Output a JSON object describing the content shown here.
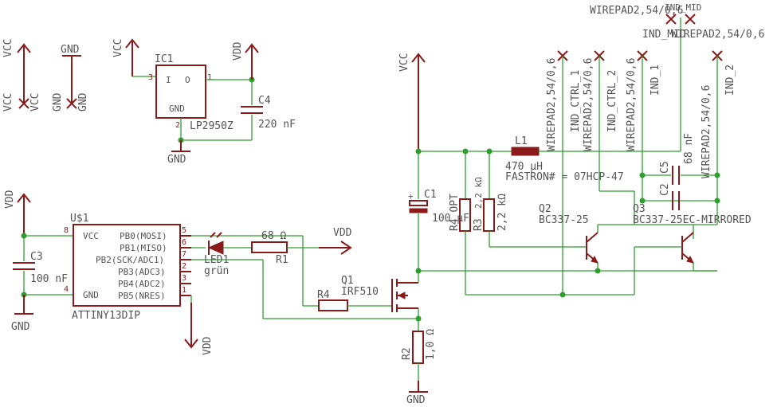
{
  "colors": {
    "symbol": "#8b1a1a",
    "wire": "#2e9e2e",
    "text": "#555555",
    "background": "#ffffff"
  },
  "power": {
    "vcc": "VCC",
    "gnd": "GND",
    "vdd": "VDD"
  },
  "ic1": {
    "name": "IC1",
    "value": "LP2950Z",
    "pin_in": "I",
    "pin_out": "O",
    "pin_gnd": "GND",
    "pin1": "1",
    "pin2": "2",
    "pin3": "3"
  },
  "c4": {
    "name": "C4",
    "value": "220 nF"
  },
  "u1": {
    "name": "U$1",
    "value": "ATTINY13DIP",
    "vcc_label": "VCC",
    "gnd_label": "GND",
    "pin8": "8",
    "pin4": "4",
    "pins": [
      {
        "num": "5",
        "label": "PB0(MOSI)"
      },
      {
        "num": "6",
        "label": "PB1(MISO)"
      },
      {
        "num": "7",
        "label": "PB2(SCK/ADC1)"
      },
      {
        "num": "2",
        "label": "PB3(ADC3)"
      },
      {
        "num": "3",
        "label": "PB4(ADC2)"
      },
      {
        "num": "1",
        "label": "PB5(NRES)"
      }
    ]
  },
  "c3": {
    "name": "C3",
    "value": "100 nF"
  },
  "led1": {
    "name": "LED1",
    "value": "grün"
  },
  "r1": {
    "name": "R1",
    "value": "68 Ω"
  },
  "r4": {
    "name": "R4"
  },
  "q1": {
    "name": "Q1",
    "value": "IRF510"
  },
  "r2": {
    "name": "R2",
    "value": "1,0 Ω"
  },
  "c1": {
    "name": "C1",
    "value": "100 µF",
    "plus": "+"
  },
  "l1": {
    "name": "L1",
    "value": "470 µH",
    "extra": "FASTRON# = 07HCP-47"
  },
  "r4opt": {
    "name": "R4_OPT"
  },
  "r3": {
    "name": "R3",
    "value": "2,2 kΩ"
  },
  "rr": {
    "value": "2,2 kΩ"
  },
  "q2": {
    "name": "Q2",
    "value": "BC337-25"
  },
  "q3": {
    "name": "Q3",
    "value": "BC337-25EC-MIRRORED"
  },
  "c5": {
    "name": "C5",
    "value": "68 nF"
  },
  "c2": {
    "name": "C2"
  },
  "wirepads": {
    "pad_value": "WIREPAD2,54/0,6",
    "ind_ctrl_1": "IND_CTRL_1",
    "ind_ctrl_2": "IND_CTRL_2",
    "ind_1": "IND_1",
    "ind_2": "IND_2",
    "ind_mid": "IND_MID",
    "top_value": "WIREPAD2,54/0,6",
    "top_value2": "WIREPAD2,54/0,6"
  }
}
